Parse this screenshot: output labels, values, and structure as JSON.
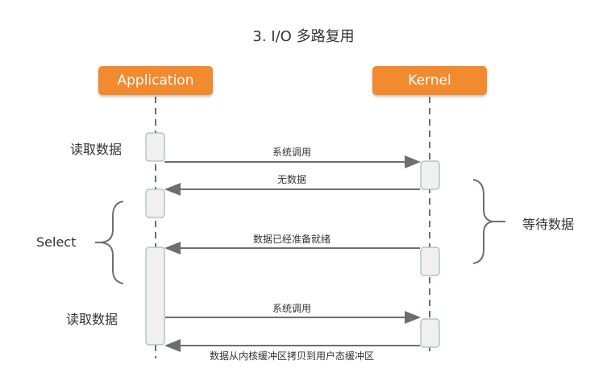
{
  "title": "3. I/O 多路复用",
  "actors": {
    "application": "Application",
    "kernel": "Kernel"
  },
  "side_labels": {
    "read_data_1": "读取数据",
    "select": "Select",
    "read_data_2": "读取数据",
    "wait_data": "等待数据"
  },
  "messages": [
    {
      "label": "系统调用",
      "direction": "app-to-kernel"
    },
    {
      "label": "无数据",
      "direction": "kernel-to-app"
    },
    {
      "label": "数据已经准备就绪",
      "direction": "kernel-to-app"
    },
    {
      "label": "系统调用",
      "direction": "app-to-kernel"
    },
    {
      "label": "数据从内核缓冲区拷贝到用户态缓冲区",
      "direction": "kernel-to-app"
    }
  ],
  "colors": {
    "actor_fill": "#f28a30",
    "activation_fill": "#f0f0f0",
    "activation_border": "#9fbfb5",
    "arrow": "#6e6e6e"
  }
}
